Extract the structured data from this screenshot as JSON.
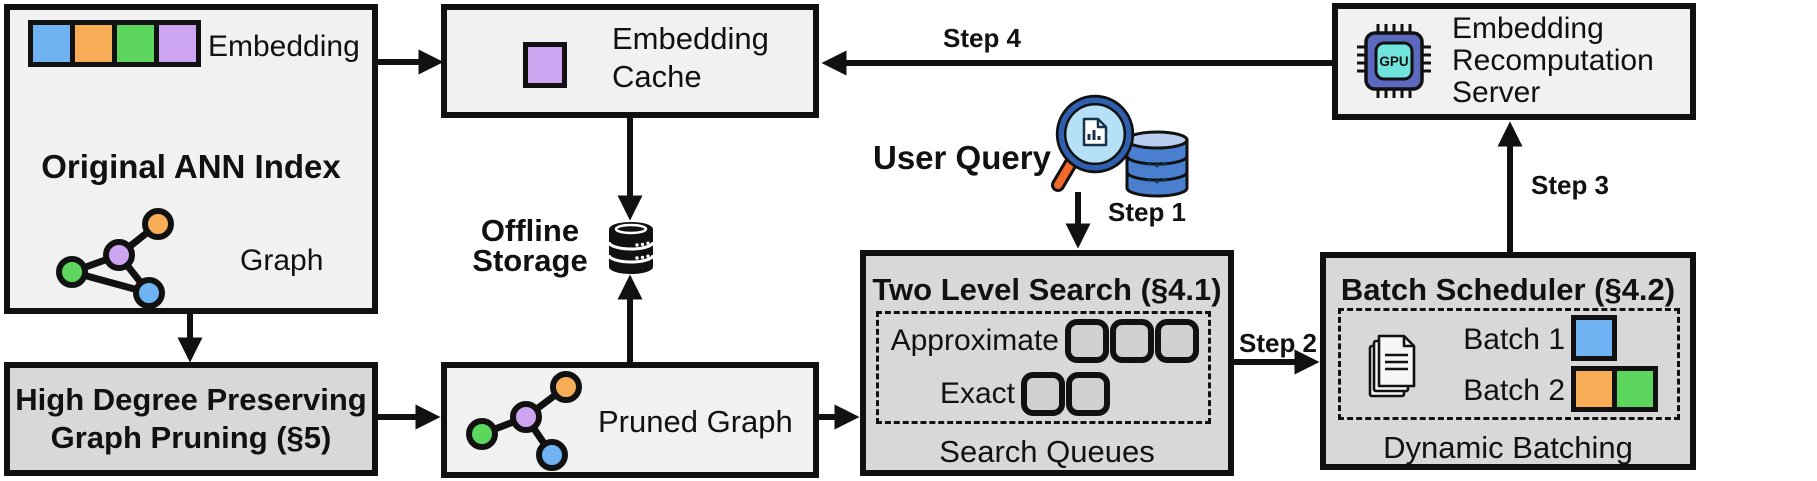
{
  "colors": {
    "blue": "#6fb3f3",
    "orange": "#f6ad55",
    "green": "#5cd65c",
    "purple": "#cda4f0",
    "light_box": "#f1f1f1",
    "dark_box": "#d8d8d8",
    "gpu_chip": "#5b6abf",
    "gpu_core": "#6fe3dc",
    "magnifier_rim": "#2f5fae",
    "magnifier_lens": "#b5e0f5",
    "magnifier_handle": "#f26a2a",
    "db_blue": "#4a7fd0",
    "db_top": "#b9cdf0"
  },
  "nodes": {
    "original_index": {
      "embedding_label": "Embedding",
      "title": "Original ANN Index",
      "graph_label": "Graph",
      "embedding_chips": [
        "c-blue",
        "c-orange",
        "c-green",
        "c-purple"
      ]
    },
    "pruning": {
      "line1": "High Degree Preserving",
      "line2": "Graph Pruning (§5)"
    },
    "cache": {
      "line1": "Embedding",
      "line2": "Cache"
    },
    "storage": {
      "line1": "Offline",
      "line2": "Storage"
    },
    "pruned_graph": {
      "label": "Pruned Graph"
    },
    "user_query": {
      "label": "User Query"
    },
    "search": {
      "title": "Two Level Search (§4.1)",
      "approximate_label": "Approximate",
      "exact_label": "Exact",
      "approximate_queue_count": 3,
      "exact_queue_count": 2,
      "footer": "Search Queues"
    },
    "scheduler": {
      "title": "Batch Scheduler (§4.2)",
      "batch1_label": "Batch 1",
      "batch2_label": "Batch 2",
      "batch1_chips": [
        "c-blue"
      ],
      "batch2_chips": [
        "c-orange",
        "c-green"
      ],
      "footer": "Dynamic Batching"
    },
    "server": {
      "line1": "Embedding",
      "line2": "Recomputation",
      "line3": "Server",
      "gpu_label": "GPU"
    }
  },
  "steps": {
    "s1": "Step 1",
    "s2": "Step 2",
    "s3": "Step 3",
    "s4": "Step 4"
  },
  "icons": {
    "offline_storage": "database-icon",
    "user_query": "magnifier-database-icon",
    "batch_scheduler": "documents-icon",
    "recomputation_server": "gpu-chip-icon",
    "cache_entry": "purple-embedding-square"
  }
}
